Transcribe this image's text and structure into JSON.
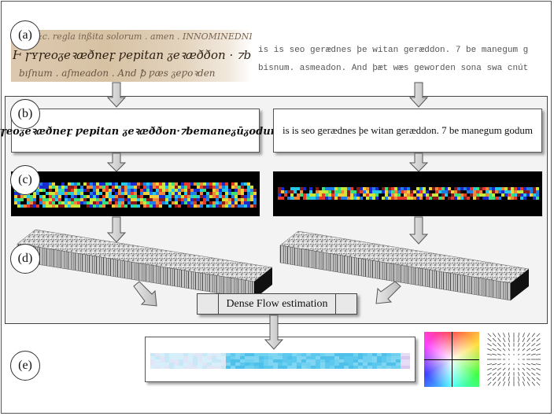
{
  "steps": {
    "a": "(a)",
    "b": "(b)",
    "c": "(c)",
    "d": "(d)",
    "e": "(e)"
  },
  "manuscript": {
    "line1": "&c. regla inßita solorum . amen . INNOMINEDNI",
    "line2": "Ͱ ɼʏɼeoᵹeꝛæðneꝼ ƿepitan ᵹeꝛæððon · ⁊bemaneᵹūᵹodum",
    "line3": "bıſnum . aſmeadon . And ꝥ ƿæs ᵹeƿoꝛden"
  },
  "transcription": {
    "line1": "is is seo gerædnes þe witan geræddon. 7 be manegum g",
    "line2": "bisnum. asmeadon. And þæt wæs geworden sona swa cnút"
  },
  "text_boxes": {
    "left": "ıʏɼeoᵹeꝛæðneꝼ ƿepitan ᵹeꝛæððon·⁊bemaneᵹūᵹodum",
    "right": "is is seo gerædnes þe witan geræddon. 7 be manegum godum"
  },
  "flow": {
    "label": "Dense Flow estimation"
  }
}
